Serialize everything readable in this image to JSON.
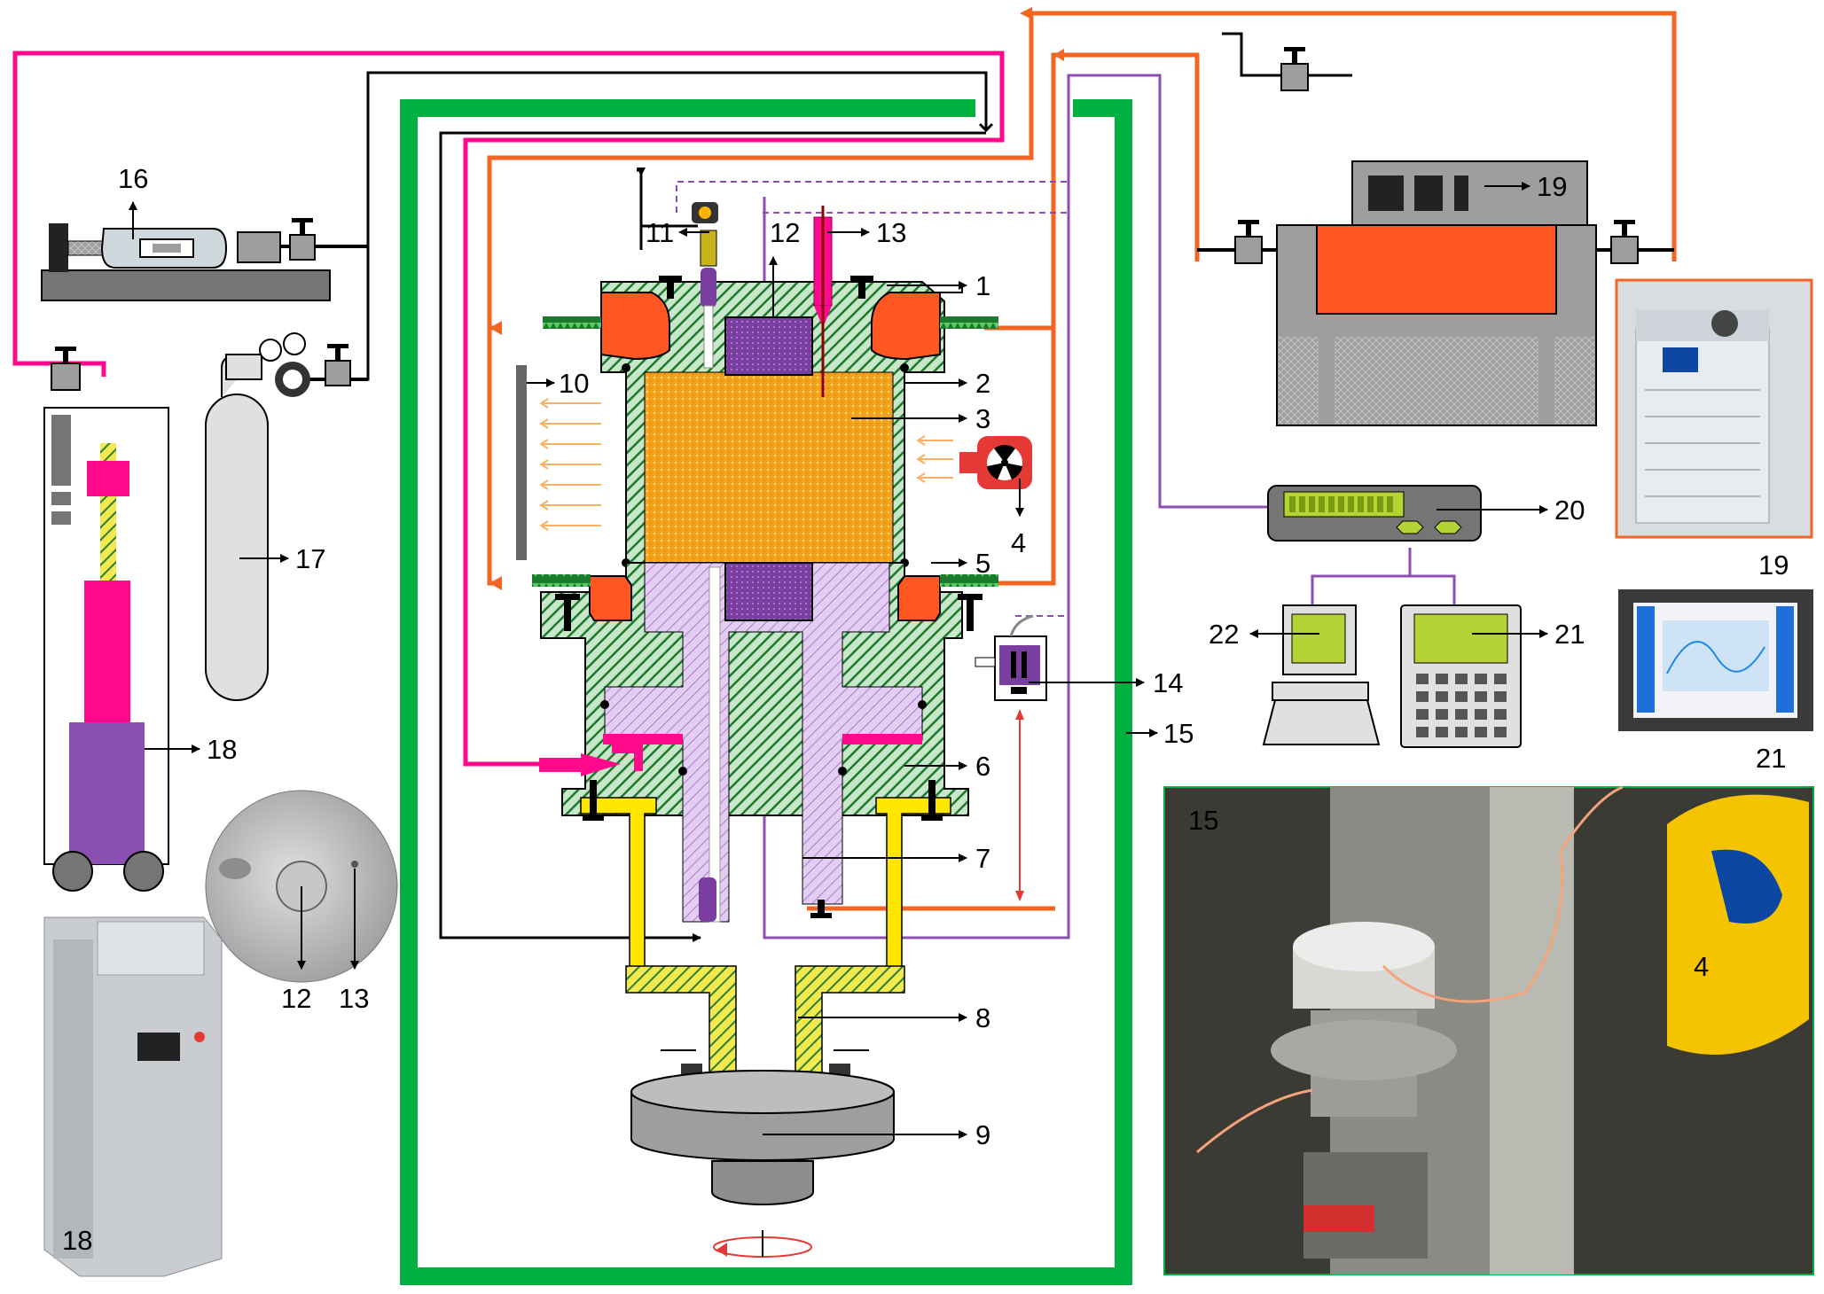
{
  "labels": {
    "l1": "1",
    "l2": "2",
    "l3": "3",
    "l4": "4",
    "l5": "5",
    "l6": "6",
    "l7": "7",
    "l8": "8",
    "l9": "9",
    "l10": "10",
    "l11": "11",
    "l12": "12",
    "l13": "13",
    "l14": "14",
    "l15": "15",
    "l16": "16",
    "l17": "17",
    "l18": "18",
    "l19": "19",
    "l20": "20",
    "l21": "21",
    "l22": "22"
  },
  "photo_labels": {
    "sample_12": "12",
    "sample_13": "13",
    "cabinet_18": "18",
    "chiller_19": "19",
    "screen_21": "21",
    "rig_15": "15",
    "rig_4": "4"
  },
  "colors": {
    "green_frame": "#00b140",
    "pink_line": "#ff0a8c",
    "orange_line": "#f26522",
    "purple_line": "#8a4fb0",
    "black_line": "#000000",
    "sample_orange": "#f7a21b",
    "hatch_green": "#2e7d32",
    "hatch_yellow": "#d4c21c",
    "lavender": "#c9a8e0",
    "purple_plug": "#7a3ea0",
    "chiller_orange": "#ff5722",
    "yellow_support": "#ffe600",
    "lcd_green": "#b5d334"
  },
  "icons": {
    "radiation_source": "radiation-icon",
    "valve": "needle-valve-icon",
    "gas_cylinder": "gas-cylinder-icon",
    "computer": "computer-icon"
  }
}
